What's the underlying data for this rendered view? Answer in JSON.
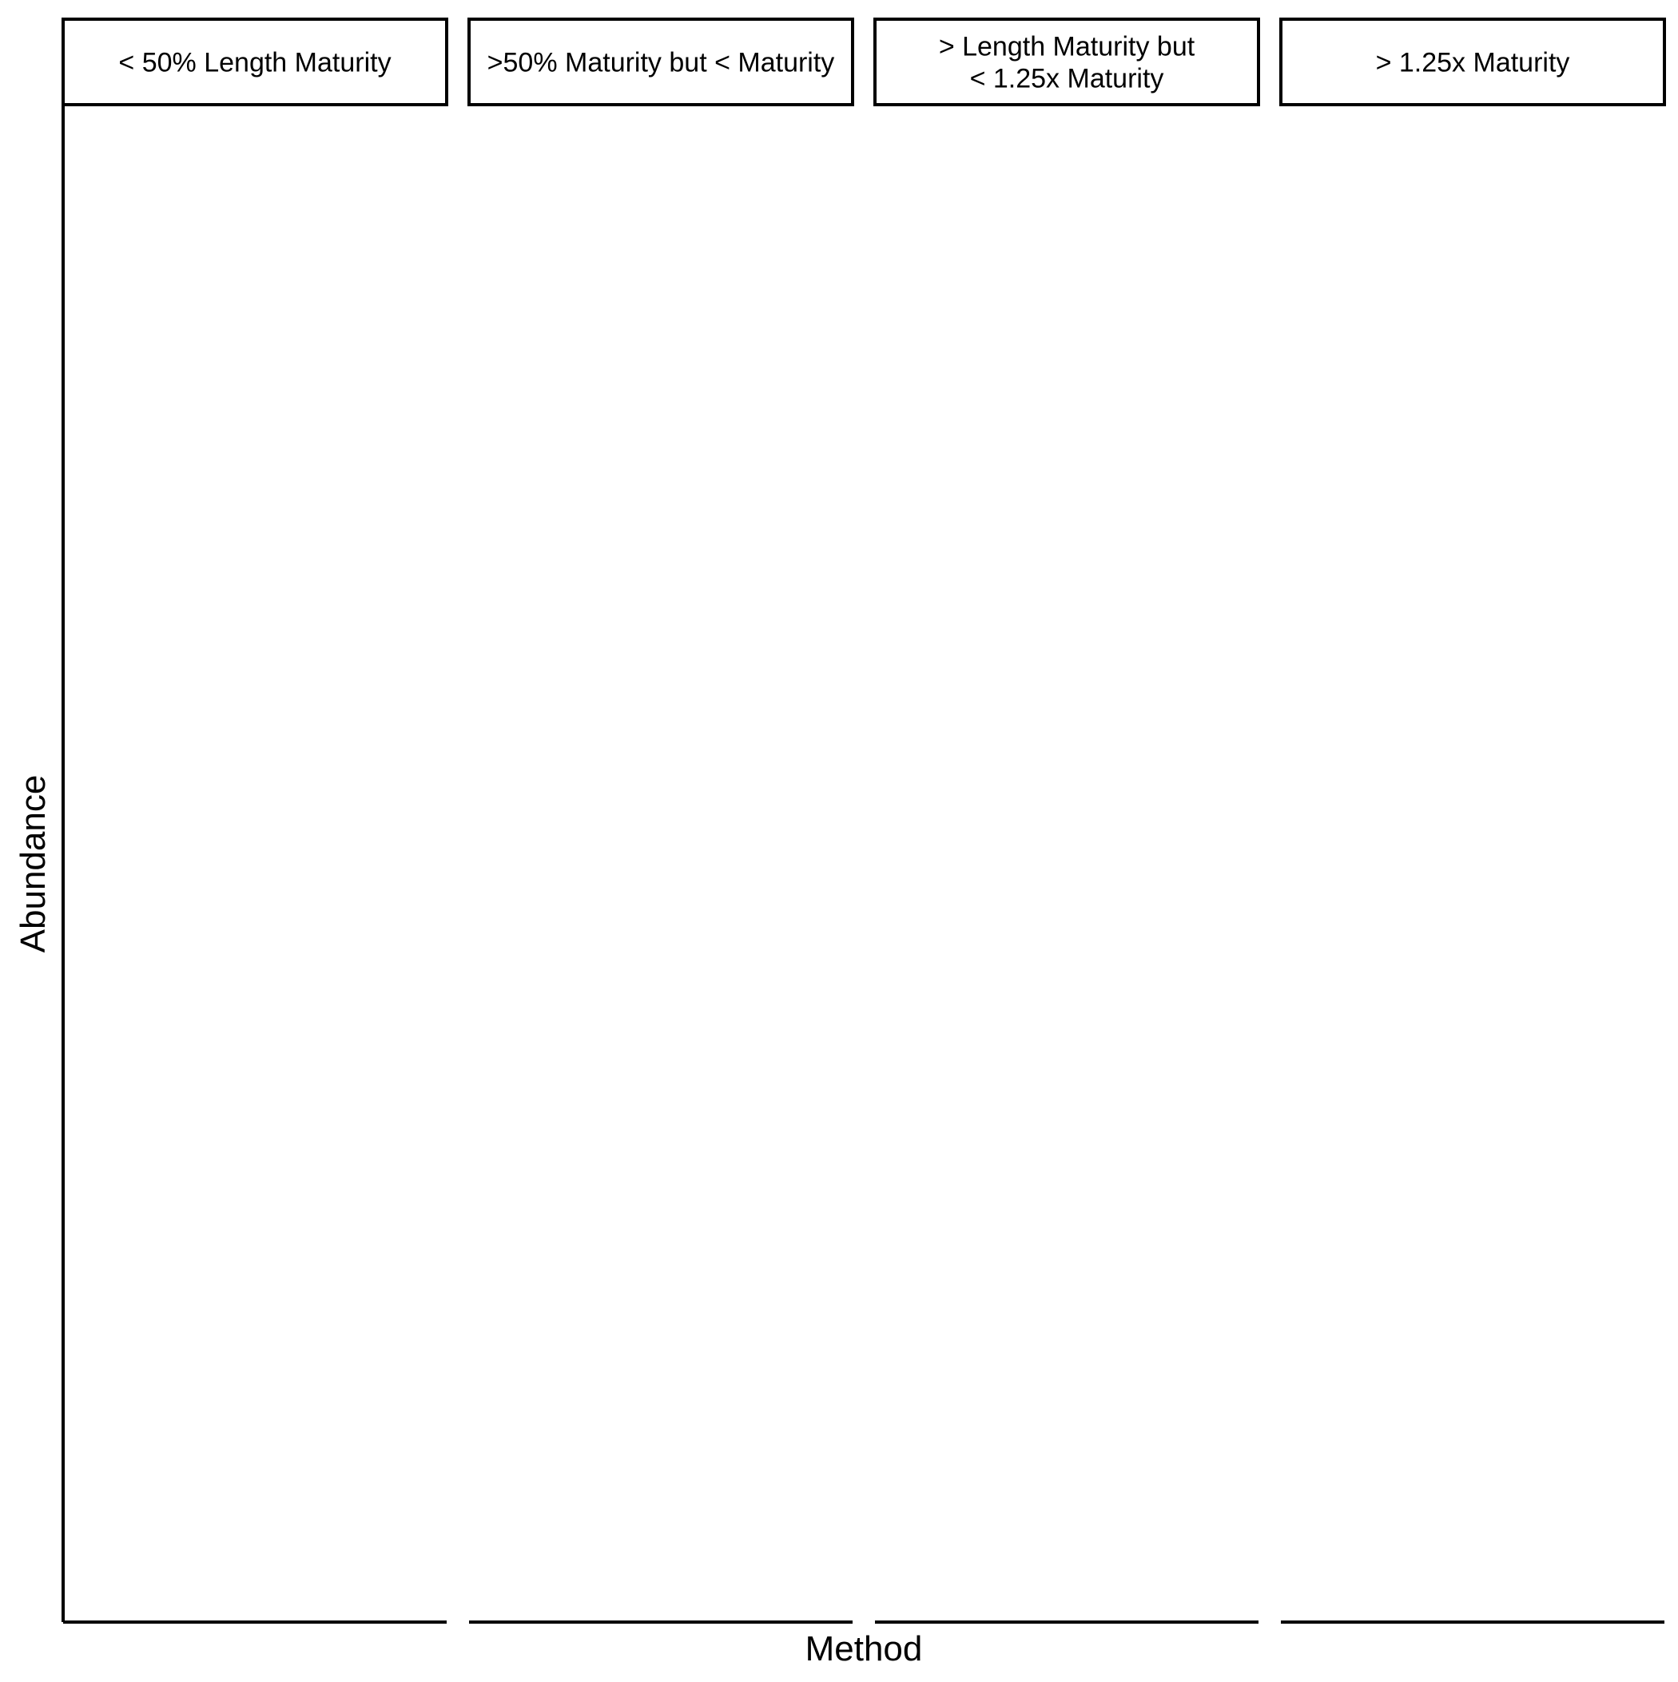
{
  "chart_data": {
    "type": "bar",
    "title": "",
    "xlabel": "Method",
    "ylabel": "Abundance",
    "facet_labels": [
      "< 50% Length Maturity",
      ">50% Maturity but < Maturity",
      "> Length Maturity but\n< 1.25x Maturity",
      "> 1.25x Maturity"
    ],
    "categories": [],
    "series": [],
    "grid": false,
    "legend": "none"
  }
}
